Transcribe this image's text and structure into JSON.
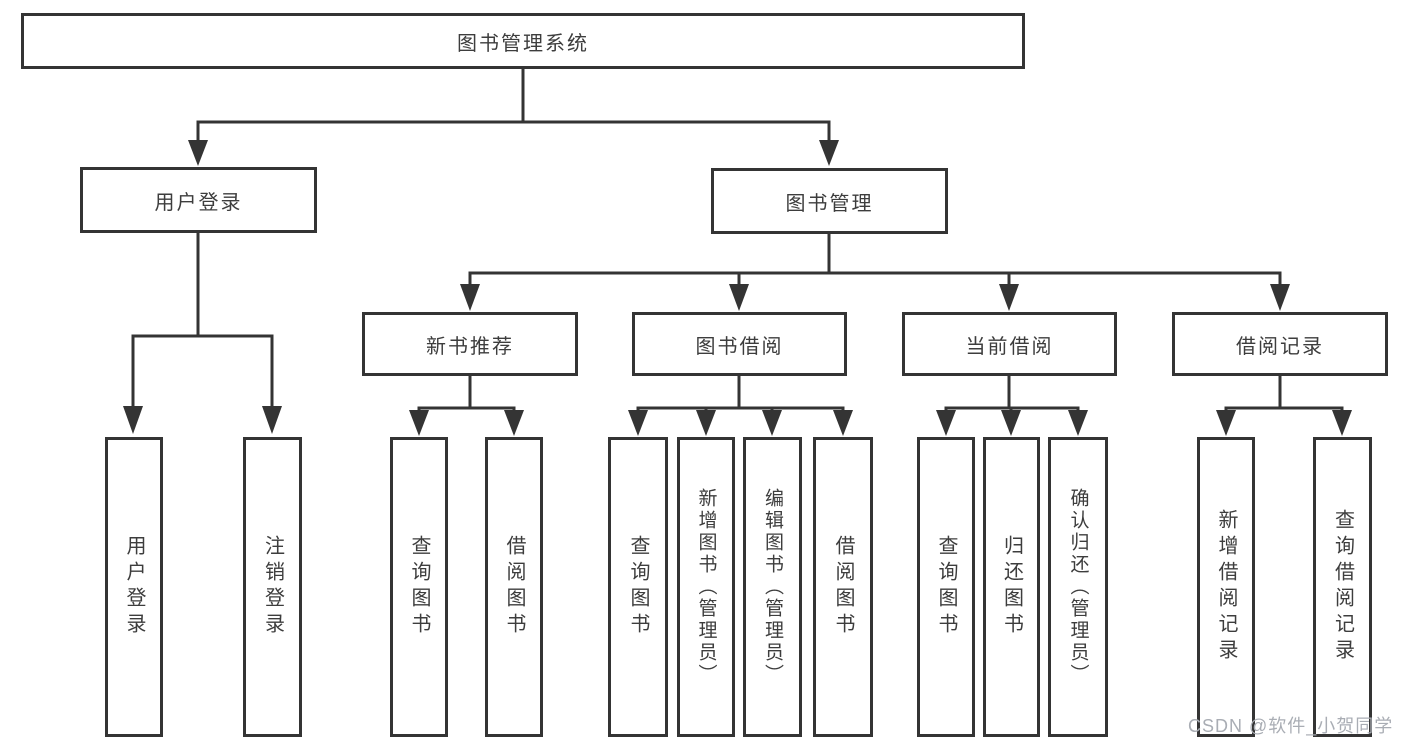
{
  "diagram": {
    "title": "图书管理系统",
    "nodes": {
      "root": "图书管理系统",
      "user_login": "用户登录",
      "book_mgmt": "图书管理",
      "new_books": "新书推荐",
      "book_borrow": "图书借阅",
      "current_borrow": "当前借阅",
      "borrow_records": "借阅记录",
      "leaf_user_login": "用户登录",
      "leaf_logout": "注销登录",
      "leaf_nb_query": "查询图书",
      "leaf_nb_borrow": "借阅图书",
      "leaf_bb_query": "查询图书",
      "leaf_bb_add": "新增图书（管理员）",
      "leaf_bb_edit": "编辑图书（管理员）",
      "leaf_bb_borrow": "借阅图书",
      "leaf_cb_query": "查询图书",
      "leaf_cb_return": "归还图书",
      "leaf_cb_confirm": "确认归还（管理员）",
      "leaf_rec_add": "新增借阅记录",
      "leaf_rec_query": "查询借阅记录"
    },
    "colors": {
      "line": "#343434",
      "text": "#3d3d3d",
      "watermark": "#a9adb4"
    }
  },
  "watermark": "CSDN @软件_小贺同学"
}
